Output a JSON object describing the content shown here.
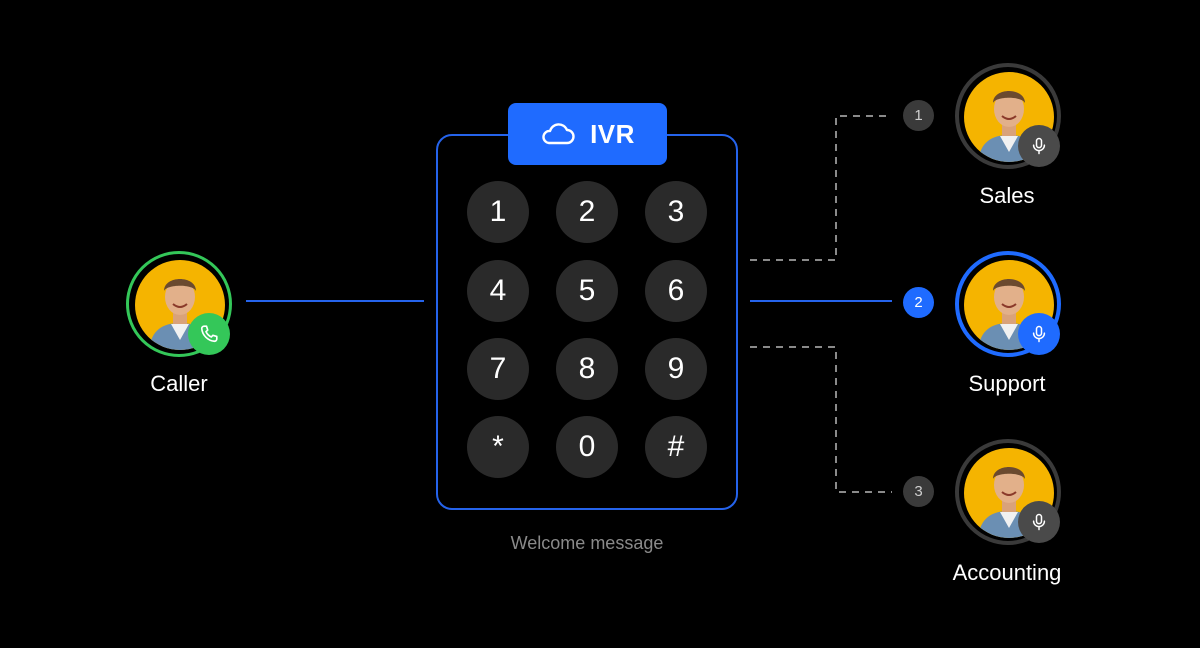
{
  "ivr": {
    "title": "IVR",
    "icon": "cloud-icon"
  },
  "keypad": {
    "keys": [
      "1",
      "2",
      "3",
      "4",
      "5",
      "6",
      "7",
      "8",
      "9",
      "*",
      "0",
      "#"
    ]
  },
  "caption": "Welcome message",
  "caller": {
    "label": "Caller",
    "icon": "phone-icon"
  },
  "departments": [
    {
      "number": "1",
      "label": "Sales",
      "icon": "microphone-icon"
    },
    {
      "number": "2",
      "label": "Support",
      "icon": "microphone-icon"
    },
    {
      "number": "3",
      "label": "Accounting",
      "icon": "microphone-icon"
    }
  ],
  "colors": {
    "accent": "#1f6bff",
    "caller_ring": "#34c759",
    "muted": "#3a3a3a",
    "dash": "#8a8a8a"
  }
}
